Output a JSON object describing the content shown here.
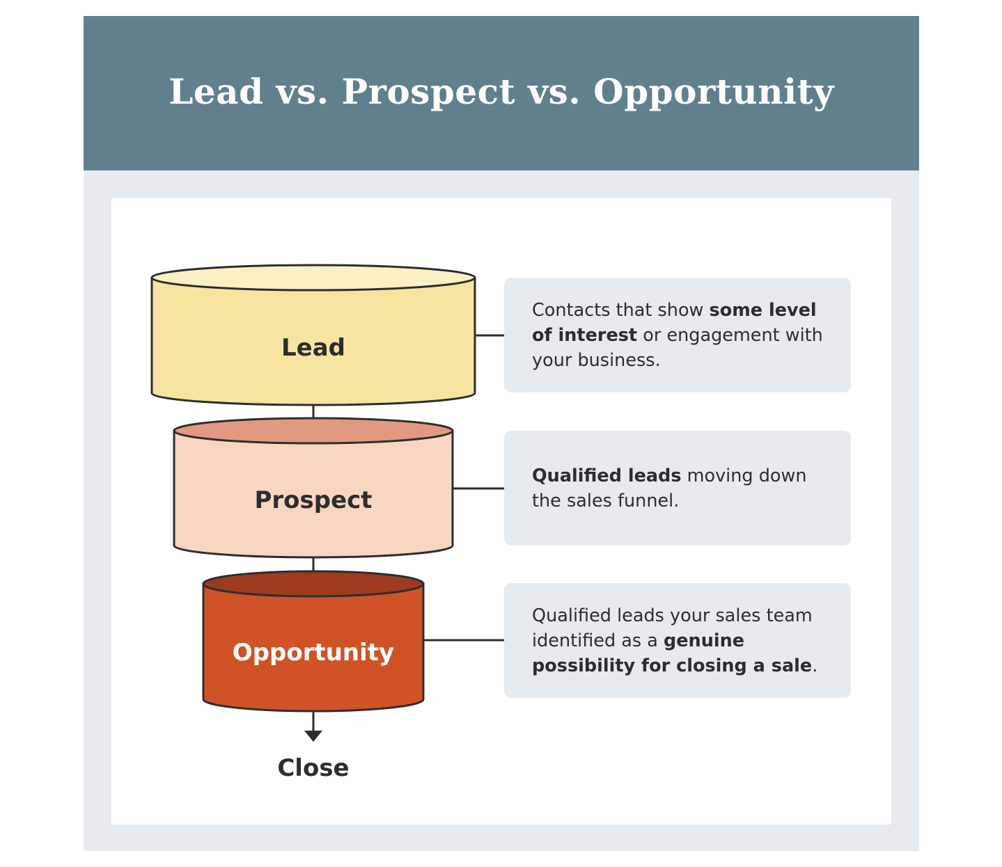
{
  "title": "Lead vs. Prospect vs. Opportunity",
  "stages": [
    {
      "label": "Lead",
      "colors": {
        "top": "#fbefc4",
        "body": "#f7e4a1",
        "text": "#2d2d2d"
      },
      "description": {
        "pre": "Contacts that show ",
        "bold": "some level of interest",
        "post": " or engagement with your business.",
        "bold2": "",
        "post2": ""
      }
    },
    {
      "label": "Prospect",
      "colors": {
        "top": "#e39882",
        "body": "#f7d6c2",
        "text": "#2d2d2d"
      },
      "description": {
        "pre": "",
        "bold": "Qualified leads",
        "post": " moving down the sales funnel.",
        "bold2": "",
        "post2": ""
      }
    },
    {
      "label": "Opportunity",
      "colors": {
        "top": "#9d3b20",
        "body": "#d05327",
        "text": "#ffffff"
      },
      "description": {
        "pre": "Qualified leads your sales team identified as a ",
        "bold": "genuine possibility for closing a sale",
        "post": ".",
        "bold2": "",
        "post2": ""
      }
    }
  ],
  "close_label": "Close",
  "colors": {
    "header": "#61808d",
    "frame": "#e6ebef",
    "outline": "#2d2d2d"
  }
}
